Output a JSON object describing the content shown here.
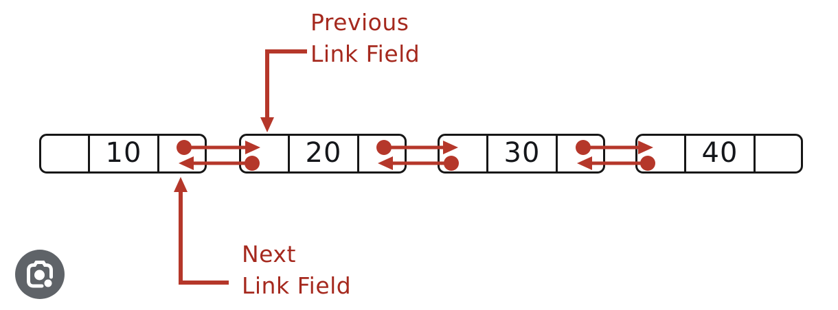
{
  "diagram": {
    "type": "doubly-linked-list",
    "nodes": [
      {
        "value": "10",
        "prev_field": "",
        "next_field": "pointer-dot"
      },
      {
        "value": "20",
        "prev_field": "pointer-dot",
        "next_field": "pointer-dot"
      },
      {
        "value": "30",
        "prev_field": "pointer-dot",
        "next_field": "pointer-dot"
      },
      {
        "value": "40",
        "prev_field": "pointer-dot",
        "next_field": ""
      }
    ],
    "links": [
      {
        "from": "10",
        "to": "20",
        "kind": "next-and-previous"
      },
      {
        "from": "20",
        "to": "30",
        "kind": "next-and-previous"
      },
      {
        "from": "30",
        "to": "40",
        "kind": "next-and-previous"
      }
    ]
  },
  "labels": {
    "previous": {
      "line1": "Previous",
      "line2": "Link Field"
    },
    "next": {
      "line1": "Next",
      "line2": "Link Field"
    }
  },
  "lens_button": {
    "icon": "google-lens-camera-icon"
  },
  "colors": {
    "arrow_red": "#b5372a",
    "label_red": "#a5291e",
    "node_border": "#161616",
    "value_text": "#14161a",
    "lens_gray": "#5f6368",
    "background": "#ffffff"
  }
}
